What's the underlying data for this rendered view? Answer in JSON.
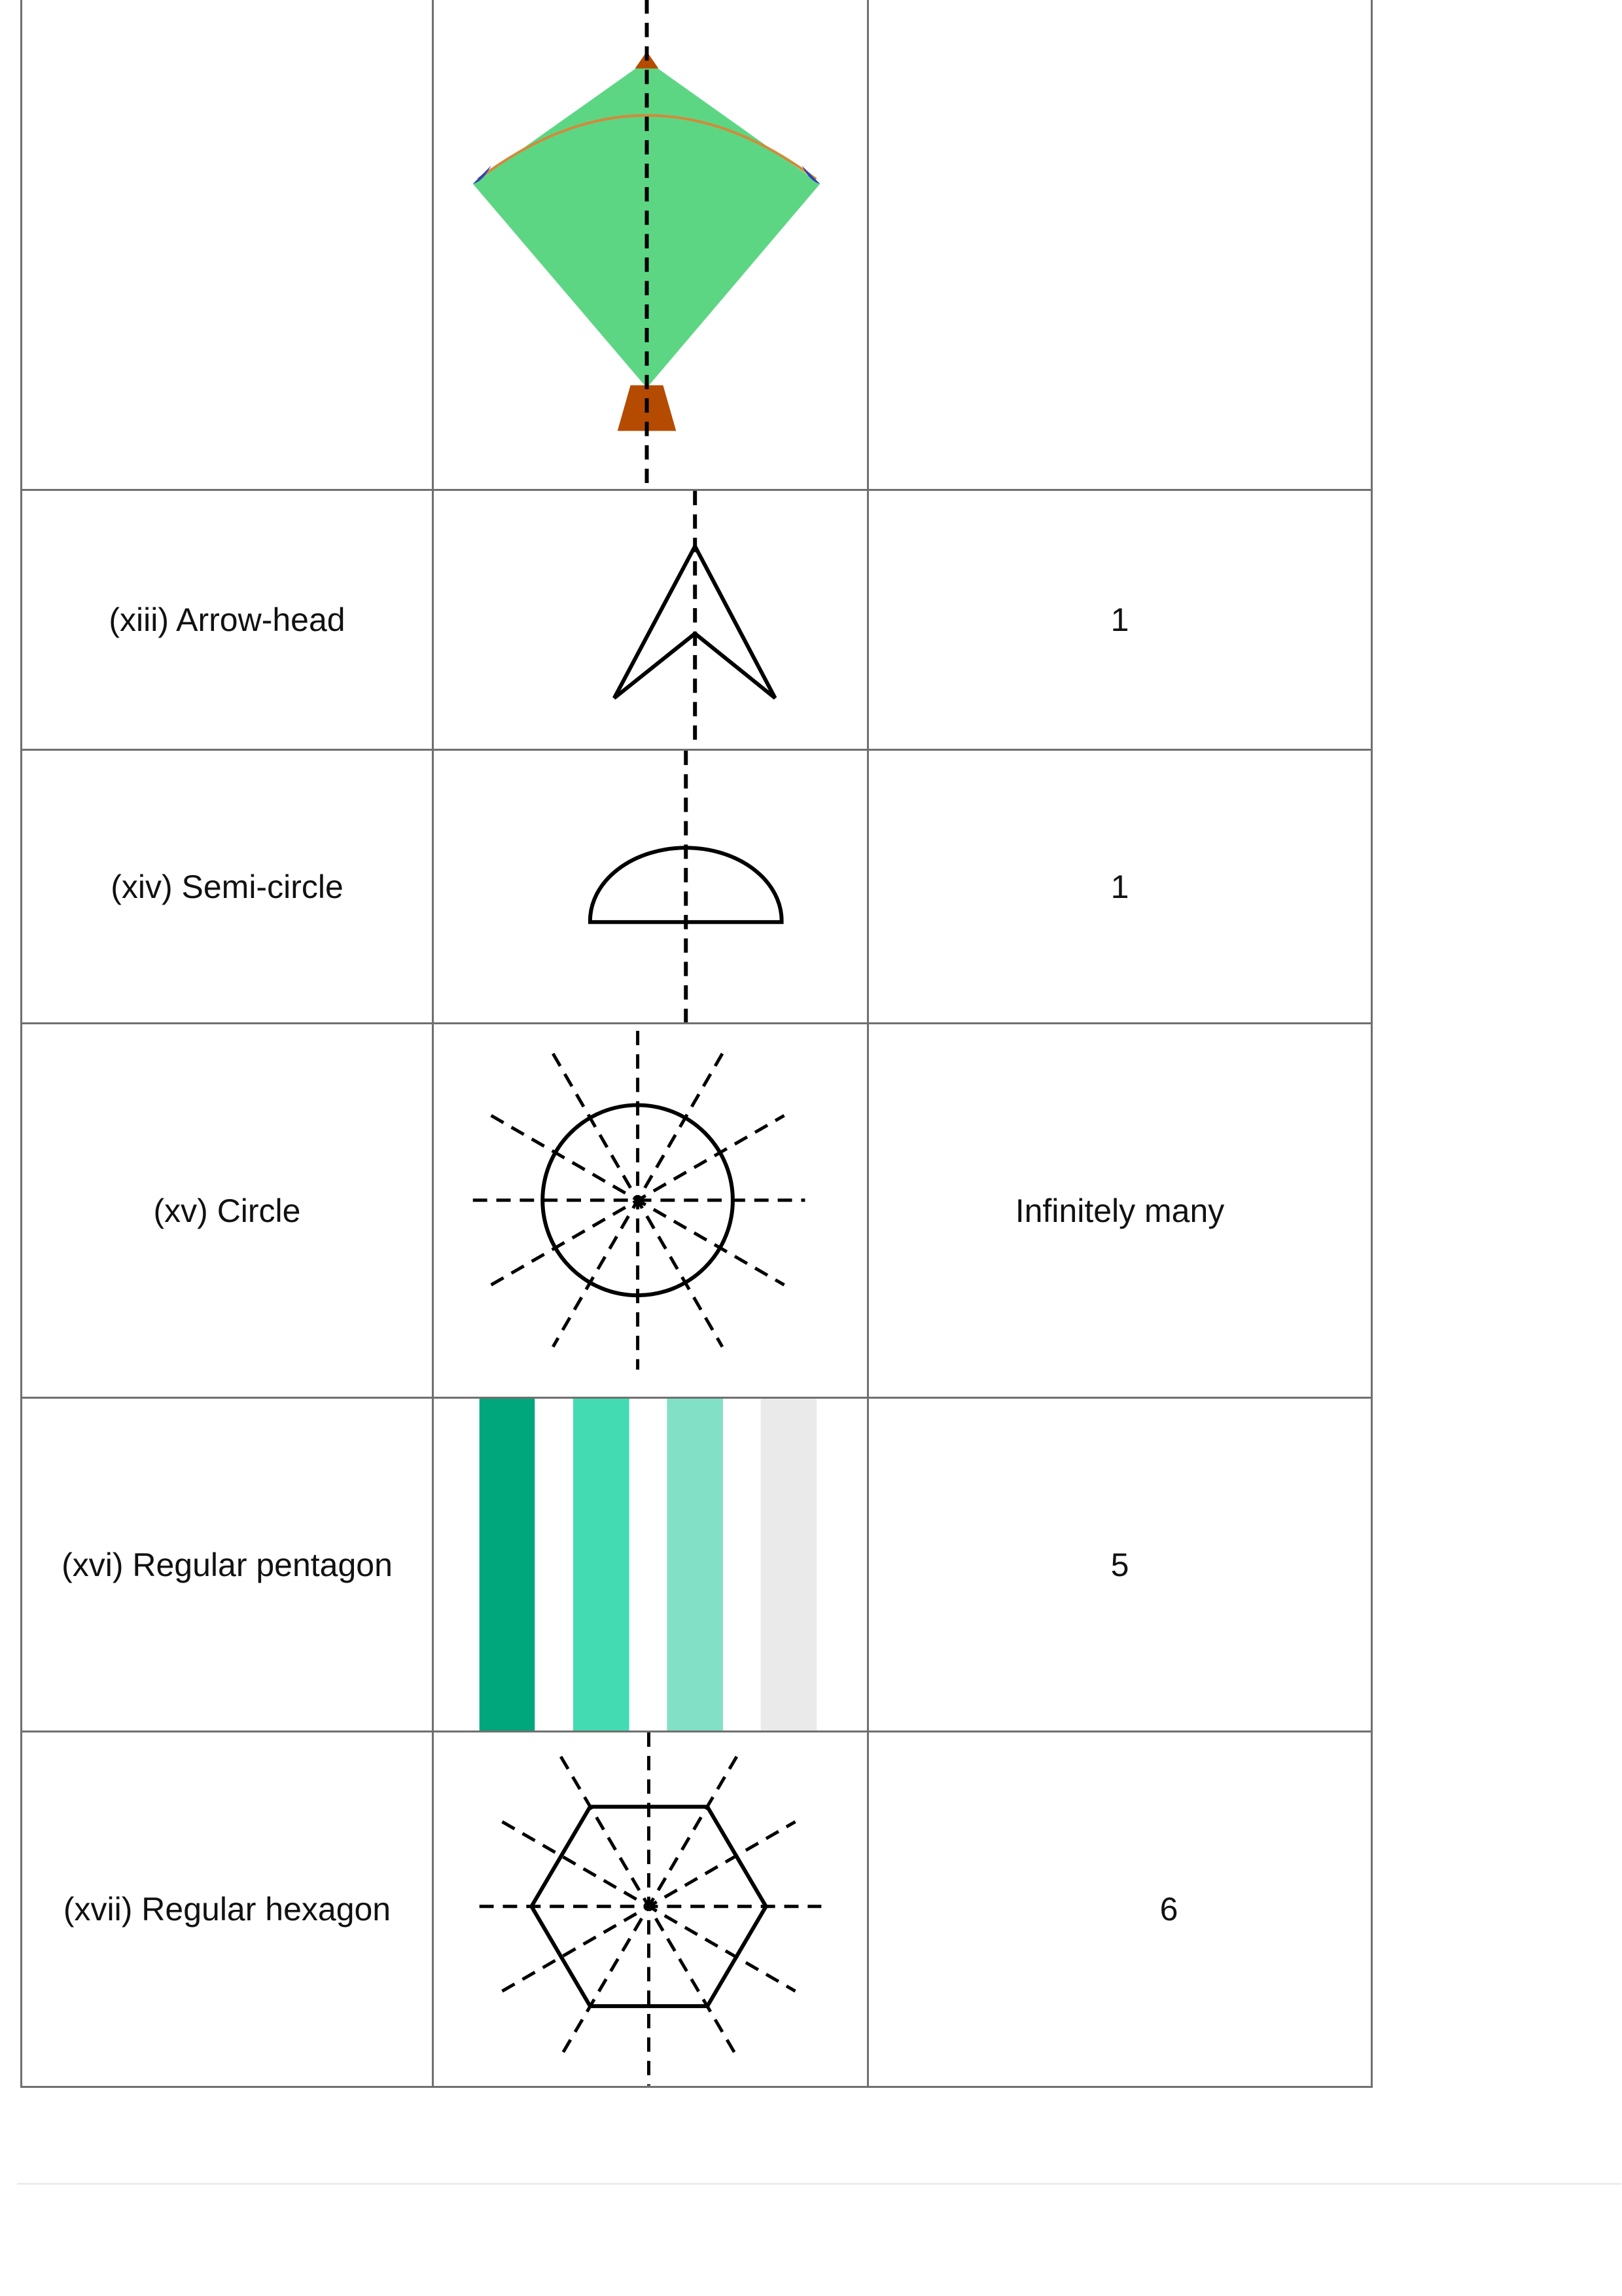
{
  "rows": [
    {
      "shape": "",
      "lines": ""
    },
    {
      "shape": "(xiii) Arrow-head",
      "lines": "1"
    },
    {
      "shape": "(xiv) Semi-circle",
      "lines": "1"
    },
    {
      "shape": "(xv) Circle",
      "lines": "Infinitely many"
    },
    {
      "shape": "(xvi) Regular pentagon",
      "lines": "5"
    },
    {
      "shape": "(xvii) Regular hexagon",
      "lines": "6"
    }
  ],
  "colors": {
    "kite_fill": "#5dd684",
    "kite_accent": "#b54b00",
    "kite_string": "#d38a3a",
    "kite_corner": "#3343b5",
    "stripe_1": "#00a67c",
    "stripe_2": "#43dcb2",
    "stripe_3": "#82e0c6",
    "stripe_4": "#eaeaea"
  }
}
